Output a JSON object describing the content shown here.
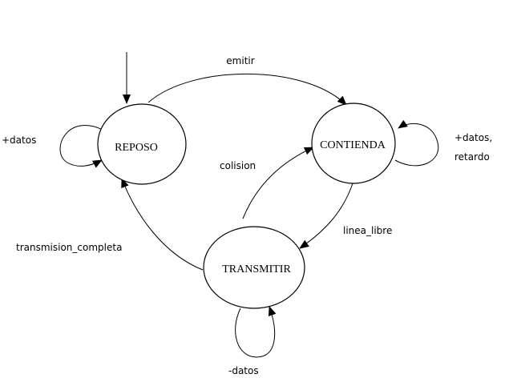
{
  "states": {
    "reposo": "REPOSO",
    "contienda": "CONTIENDA",
    "transmitir": "TRANSMITIR"
  },
  "transitions": {
    "reposo_to_contienda": "emitir",
    "reposo_self": "+datos",
    "contienda_self_line1": "+datos,",
    "contienda_self_line2": "retardo",
    "contienda_to_transmitir": "linea_libre",
    "transmitir_to_contienda": "colision",
    "transmitir_to_reposo": "transmision_completa",
    "transmitir_self": "-datos"
  }
}
